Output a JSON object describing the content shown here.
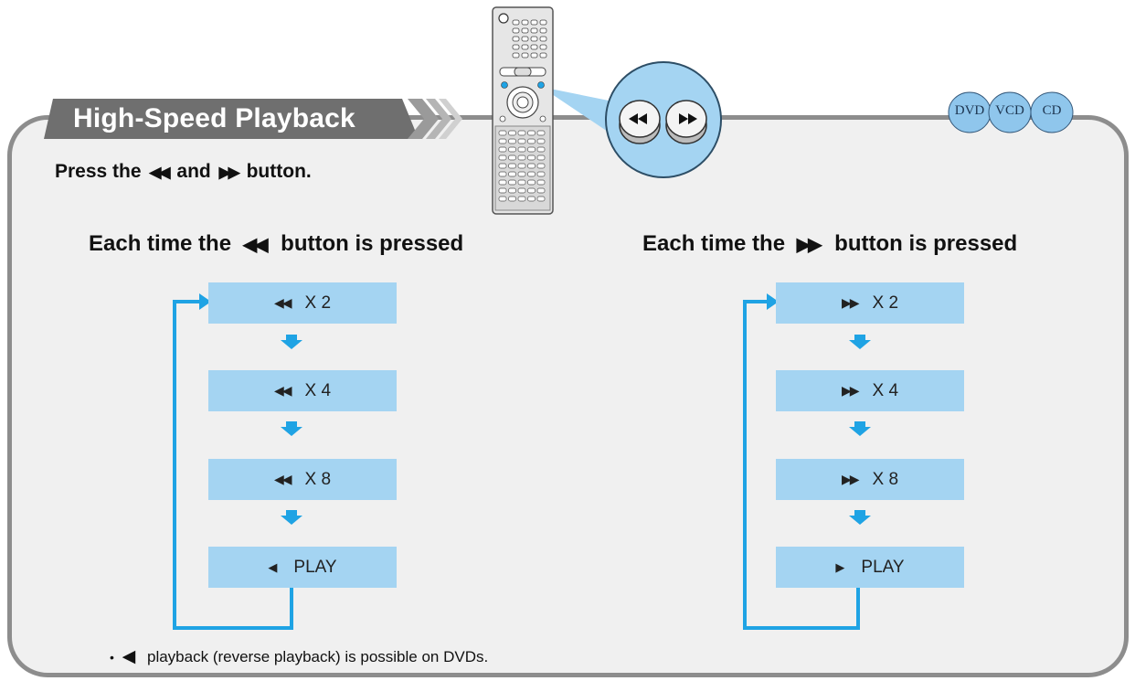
{
  "header": {
    "title": "High-Speed Playback",
    "disc_badges": [
      "DVD",
      "VCD",
      "CD"
    ]
  },
  "instruction": {
    "prefix": "Press the",
    "rew_symbol": "◀◀",
    "middle": "and",
    "ff_symbol": "▶▶",
    "suffix": "button."
  },
  "remote_callout": {
    "buttons": [
      "rewind-button",
      "fast-forward-button"
    ]
  },
  "left_column": {
    "heading_prefix": "Each time the",
    "heading_symbol": "◀◀",
    "heading_suffix": "button is pressed",
    "steps": [
      {
        "symbol": "◀◀",
        "label": "X 2"
      },
      {
        "symbol": "◀◀",
        "label": "X 4"
      },
      {
        "symbol": "◀◀",
        "label": "X 8"
      },
      {
        "symbol": "◀",
        "label": "PLAY"
      }
    ]
  },
  "right_column": {
    "heading_prefix": "Each time the",
    "heading_symbol": "▶▶",
    "heading_suffix": "button is pressed",
    "steps": [
      {
        "symbol": "▶▶",
        "label": "X 2"
      },
      {
        "symbol": "▶▶",
        "label": "X 4"
      },
      {
        "symbol": "▶▶",
        "label": "X 8"
      },
      {
        "symbol": "▶",
        "label": "PLAY"
      }
    ]
  },
  "note": {
    "bullet": "•",
    "symbol": "◀",
    "text": "playback (reverse playback) is possible on DVDs."
  },
  "colors": {
    "panel_border": "#8d8d8d",
    "panel_fill": "#f0f0f0",
    "title_tab": "#6f6f6f",
    "step_fill": "#a4d4f2",
    "flow_arrow": "#1fa3e4",
    "disc_badge": "#8fc6ec"
  }
}
